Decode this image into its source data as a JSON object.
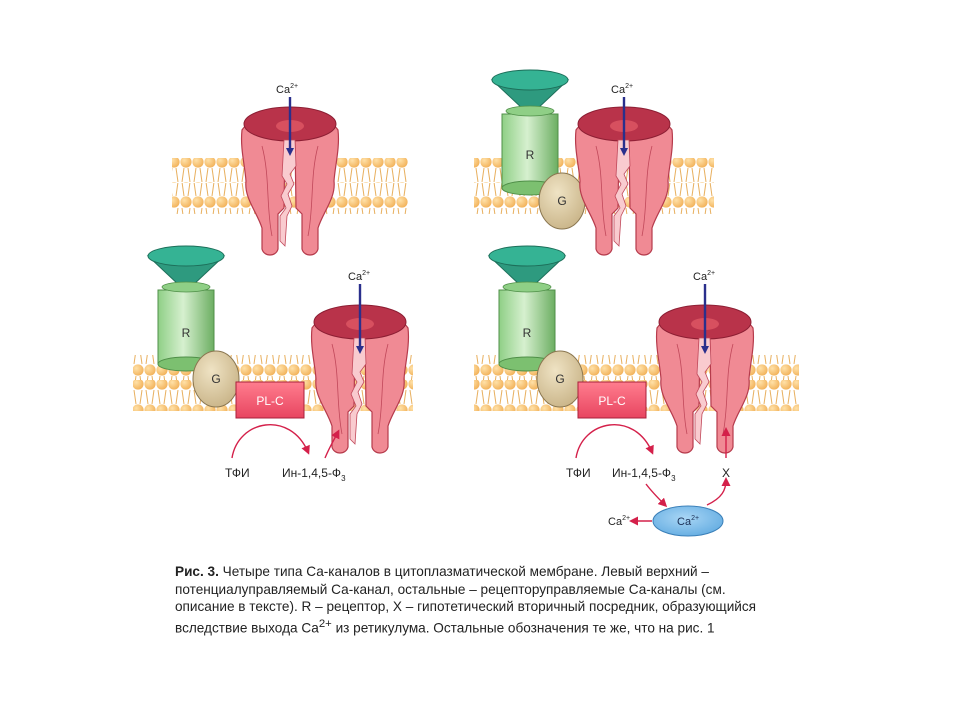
{
  "labels": {
    "ca": "Ca",
    "ca_sup": "2+",
    "receptor": "R",
    "g_protein": "G",
    "plc": "PL-C",
    "tfi": "ТФИ",
    "ip3": "Ин-1,4,5-Ф",
    "ip3_sub": "3",
    "x": "X"
  },
  "caption": {
    "lead": "Рис. 3.",
    "text": "Четыре типа Са-каналов в цитоплазматической мембране. Левый верхний – потенциалуправляемый Са-канал, остальные – рецепторуправляемые Са-каналы (см. описание в тексте). R – рецептор, X – гипотетический вторичный посредник, образующийся вследствие выхода Са",
    "sup": "2+",
    "tail": " из ретикулума. Остальные обозначения те же, что на рис. 1"
  }
}
